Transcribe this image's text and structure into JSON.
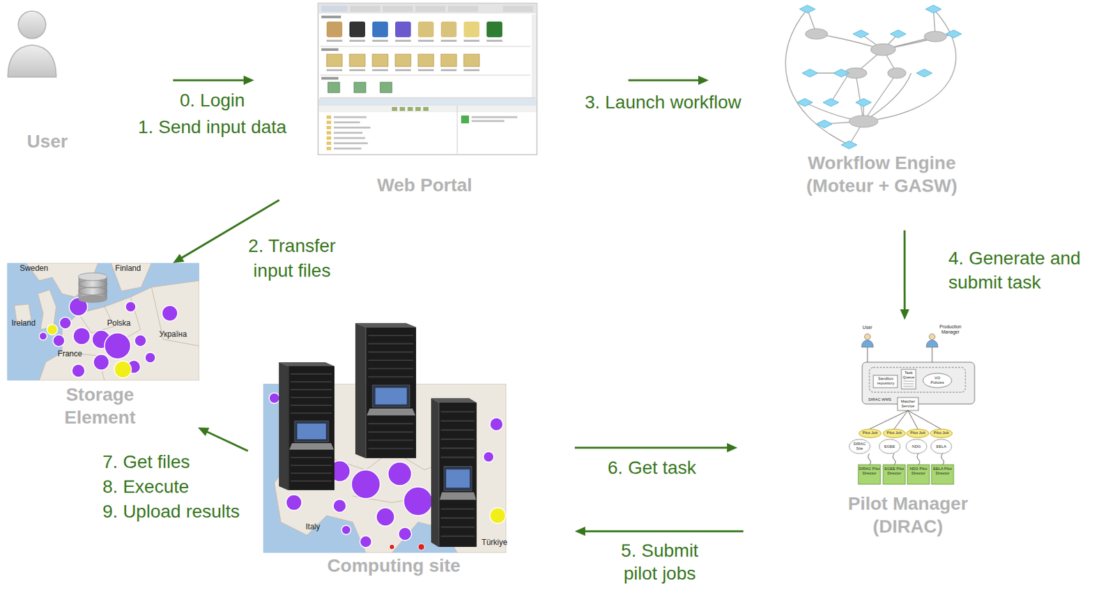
{
  "diagram": {
    "nodes": [
      {
        "text": [
          "User"
        ]
      },
      {
        "text": [
          "Web Portal"
        ]
      },
      {
        "text": [
          "Workflow Engine (Moteur + GASW)"
        ]
      },
      {
        "text": [
          "Storage Element"
        ]
      },
      {
        "text": [
          "Computing site"
        ]
      },
      {
        "text": [
          "Pilot Manager (DIRAC)"
        ]
      }
    ],
    "edges": [
      {
        "from": 0,
        "to": 1,
        "label": "0. Login 1. Send input data",
        "arrow": "to"
      },
      {
        "from": 1,
        "to": 3,
        "label": "2. Transfer input files",
        "arrow": "to"
      },
      {
        "from": 1,
        "to": 2,
        "label": "3. Launch workflow",
        "arrow": "to"
      },
      {
        "from": 2,
        "to": 5,
        "label": "4. Generate and submit task",
        "arrow": "to"
      },
      {
        "from": 5,
        "to": 4,
        "label": "5. Submit pilot jobs",
        "arrow": "to"
      },
      {
        "from": 4,
        "to": 5,
        "label": "6. Get task",
        "arrow": "to"
      },
      {
        "from": 4,
        "to": 3,
        "label": "7. Get files 8. Execute 9. Upload results",
        "arrow": "to"
      }
    ],
    "labels": [
      "Sweden",
      "Finland",
      "Ireland",
      "Polska",
      "France",
      "Україна",
      "Italy",
      "Türkiye",
      "User",
      "Production Manager",
      "Sandbox repository",
      "Task Queue",
      "VO Policies",
      "DIRAC WMS",
      "Matcher Service",
      "Pilot Job",
      "Pilot Job",
      "Pilot Job",
      "Pilot Job",
      "DIRAC Site",
      "EGEE",
      "NDG",
      "EELA",
      "DIRAC Pilot Director",
      "EGEE Pilot Director",
      "NDG Pilot Director",
      "EELA Pilot Director"
    ]
  }
}
